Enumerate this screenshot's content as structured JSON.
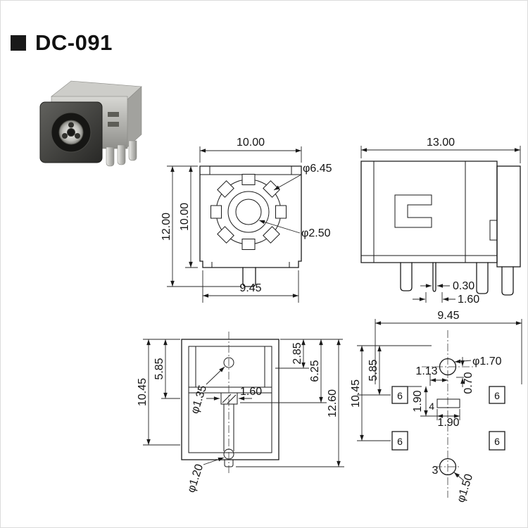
{
  "title": "DC-091",
  "views": {
    "front": {
      "top_width": "10.00",
      "height_total": "12.00",
      "height_body": "10.00",
      "bottom_width": "9.45",
      "dia_ring": "φ6.45",
      "dia_pin": "φ2.50"
    },
    "side": {
      "top_width": "13.00",
      "pin_thickness": "0.30",
      "pin_pitch": "1.60"
    },
    "section": {
      "height_mid": "5.85",
      "height_low": "10.45",
      "depth_top": "2.85",
      "depth_mid": "6.25",
      "depth_total": "12.60",
      "dia_hole_top": "φ1.35",
      "slot_width": "1.60",
      "dia_hole_bottom": "φ1.20"
    },
    "pins": {
      "top_width": "9.45",
      "height_mid": "5.85",
      "height_low": "10.45",
      "offset_x": "1.13",
      "offset_y": "0.70",
      "pitch_v": "1.90",
      "pitch_h": "1.90",
      "center_pad": "4",
      "pad_label": "6",
      "dia_center": "φ1.70",
      "dia_bottom": "φ1.50",
      "pin_number": "3"
    }
  }
}
